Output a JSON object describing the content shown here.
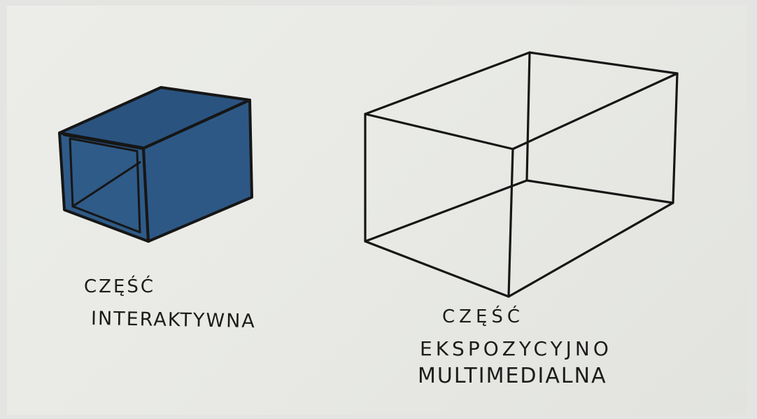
{
  "drawing": {
    "left_caption": {
      "line1": "CZĘŚĆ",
      "line2": "INTERAKTYWNA"
    },
    "right_caption": {
      "line1": "CZĘŚĆ",
      "line2": "EKSPOZYCYJNO",
      "line3": "MULTIMEDIALNA"
    }
  },
  "colors": {
    "paper": "#ebece8",
    "ink": "#1a1a1a",
    "box_fill": "#2e5a86"
  }
}
